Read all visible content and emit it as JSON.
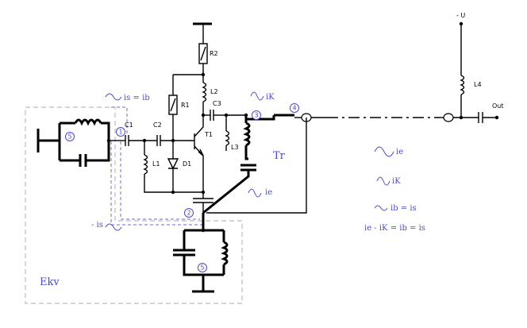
{
  "labels": {
    "minus_u": "- U",
    "r2": "R2",
    "l2": "L2",
    "r1": "R1",
    "c3": "C3",
    "c1": "C1",
    "c2": "C2",
    "t1": "T1",
    "l3": "L3",
    "l1": "L1",
    "d1": "D1",
    "l4": "L4",
    "out": "Out"
  },
  "node_numbers": {
    "n1": "1",
    "n2": "2",
    "n3": "3",
    "n4": "4",
    "n5a": "5",
    "n5b": "5"
  },
  "annotations": {
    "is_ib": "is = ib",
    "ik_top": "iK",
    "tr": "Tr",
    "ie_mid": "ie",
    "neg_is": "- is",
    "ekv": "Ekv",
    "legend_ie": "ie",
    "legend_ik": "iK",
    "legend_ib_is": "ib = is",
    "legend_eq": "ie - iK = ib = is"
  },
  "colors": {
    "wire": "#000000",
    "annotation": "#4a4ad8",
    "dashed_box": "#bcbcbc"
  }
}
